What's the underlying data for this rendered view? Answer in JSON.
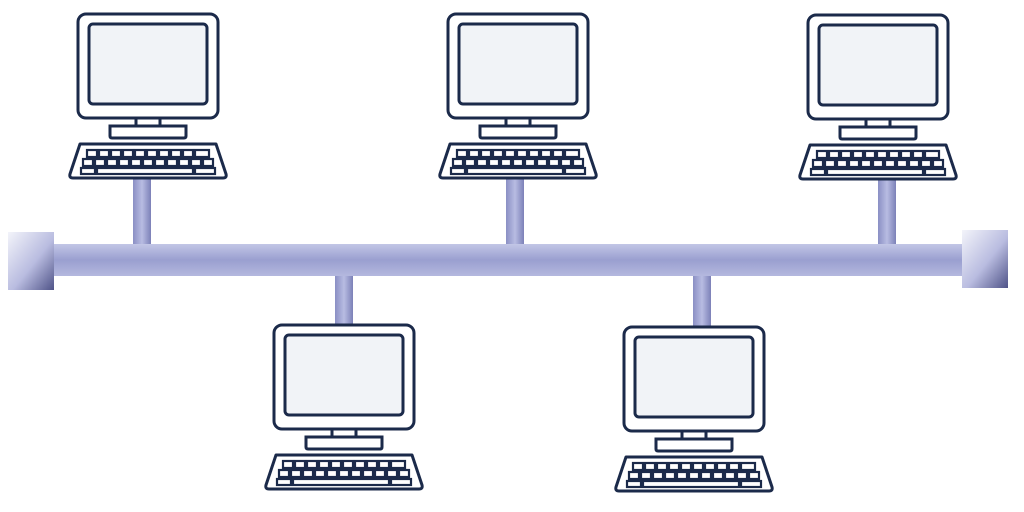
{
  "topology": "bus",
  "colors": {
    "background": "#ffffff",
    "outline": "#1b2a4a",
    "screen": "#f1f3f7",
    "bus_light": "#c2c6e6",
    "bus_mid": "#9a9fd0",
    "bus_dark": "#6d72a6",
    "terminator_light": "#f3f4fa",
    "terminator_dark": "#4f5388"
  },
  "nodes": [
    {
      "id": "computer-1",
      "side": "top",
      "icon": "desktop-computer-icon"
    },
    {
      "id": "computer-2",
      "side": "top",
      "icon": "desktop-computer-icon"
    },
    {
      "id": "computer-3",
      "side": "top",
      "icon": "desktop-computer-icon"
    },
    {
      "id": "computer-4",
      "side": "bottom",
      "icon": "desktop-computer-icon"
    },
    {
      "id": "computer-5",
      "side": "bottom",
      "icon": "desktop-computer-icon"
    }
  ],
  "terminators": [
    {
      "id": "terminator-left",
      "icon": "bus-terminator-icon"
    },
    {
      "id": "terminator-right",
      "icon": "bus-terminator-icon"
    }
  ]
}
